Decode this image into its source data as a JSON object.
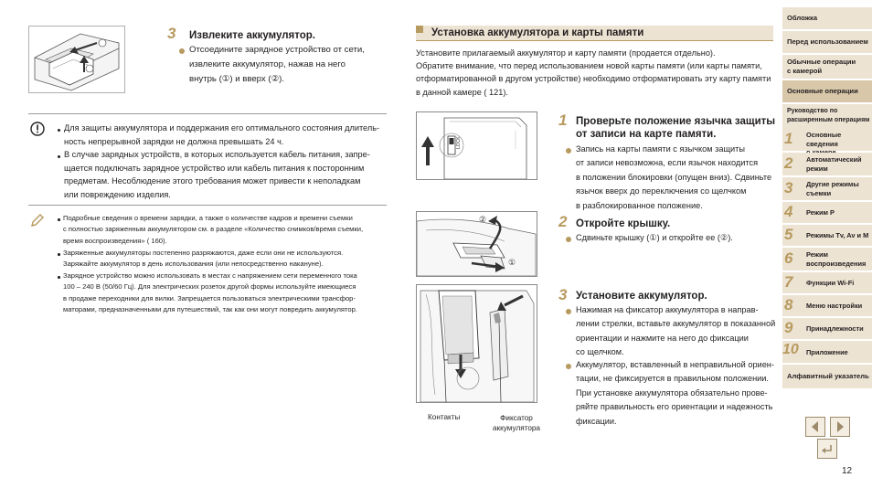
{
  "top_step": {
    "number": "3",
    "title": "Извлеките аккумулятор.",
    "bullet": [
      "Отсоедините зарядное устройство от сети,",
      "извлеките аккумулятор, нажав на него",
      "внутрь (①) и вверх (②)."
    ]
  },
  "caution": {
    "bullets": [
      [
        "Для защиты аккумулятора и поддержания его оптимального состояния длитель-",
        "ность непрерывной зарядки не должна превышать 24 ч."
      ],
      [
        "В случае зарядных устройств, в которых используется кабель питания, запре-",
        "щается подключать зарядное устройство или кабель питания к посторонним",
        "предметам. Несоблюдение этого требования может привести к неполадкам",
        "или повреждению изделия."
      ]
    ]
  },
  "notes": {
    "bullets": [
      [
        "Подробные сведения о времени зарядки, а также о количестве кадров и времени съемки",
        "с полностью заряженным аккумулятором см. в разделе «Количество снимков/время съемки,",
        "время воспроизведения» (  160)."
      ],
      [
        "Заряженные аккумуляторы постепенно разряжаются, даже если они не используются.",
        "Заряжайте аккумулятор в день использования (или непосредственно накануне)."
      ],
      [
        "Зарядное устройство можно использовать в местах с напряжением сети переменного тока",
        "100 – 240 В (50/60 Гц). Для электрических розеток другой формы используйте имеющиеся",
        "в продаже переходники для вилки. Запрещается пользоваться электрическими трансфор-",
        "маторами, предназначенными для путешествий, так как они могут повредить аккумулятор."
      ]
    ]
  },
  "section": {
    "title": "Установка аккумулятора и карты памяти",
    "intro": [
      "Установите прилагаемый аккумулятор и карту памяти (продается отдельно).",
      "Обратите внимание, что перед использованием новой карты памяти (или карты памяти,",
      "отформатированной в другом устройстве) необходимо отформатировать эту карту памяти",
      "в данной камере (  121)."
    ]
  },
  "steps": [
    {
      "number": "1",
      "title": [
        "Проверьте положение язычка защиты",
        "от записи на карте памяти."
      ],
      "bullets": [
        [
          "Запись на карты памяти с язычком защиты",
          "от записи невозможна, если язычок находится",
          "в положении блокировки (опущен вниз). Сдвиньте",
          "язычок вверх до переключения со щелчком",
          "в разблокированное положение."
        ]
      ]
    },
    {
      "number": "2",
      "title": [
        "Откройте крышку."
      ],
      "bullets": [
        [
          "Сдвиньте крышку (①) и откройте ее (②)."
        ]
      ]
    },
    {
      "number": "3",
      "title": [
        "Установите аккумулятор."
      ],
      "bullets": [
        [
          "Нажимая на фиксатор аккумулятора в направ-",
          "лении стрелки, вставьте аккумулятор в показанной",
          "ориентации и нажмите на него до фиксации",
          "со щелчком."
        ],
        [
          "Аккумулятор, вставленный в неправильной ориен-",
          "тации, не фиксируется в правильном положении.",
          "При установке аккумулятора обязательно прове-",
          "ряйте правильность его ориентации и надежность",
          "фиксации."
        ]
      ]
    }
  ],
  "figure_labels": {
    "contacts": "Контакты",
    "latch": [
      "Фиксатор",
      "аккумулятора"
    ],
    "circle1": "①",
    "circle2": "②",
    "lock": "LOCK"
  },
  "sidebar": {
    "items": [
      {
        "label": [
          "Обложка"
        ]
      },
      {
        "label": [
          "Перед использованием"
        ]
      },
      {
        "label": [
          "Обычные операции",
          "с камерой"
        ]
      },
      {
        "label": [
          "Основные операции"
        ]
      },
      {
        "label": [
          "Руководство по",
          "расширенным операциям"
        ]
      }
    ],
    "chapters": [
      {
        "num": "1",
        "label": [
          "Основные сведения",
          "о камере"
        ]
      },
      {
        "num": "2",
        "label": [
          "Автоматический",
          "режим"
        ]
      },
      {
        "num": "3",
        "label": [
          "Другие режимы",
          "съемки"
        ]
      },
      {
        "num": "4",
        "label": [
          "Режим P"
        ]
      },
      {
        "num": "5",
        "label": [
          "Режимы Tv, Av и M"
        ]
      },
      {
        "num": "6",
        "label": [
          "Режим",
          "воспроизведения"
        ]
      },
      {
        "num": "7",
        "label": [
          "Функции Wi-Fi"
        ]
      },
      {
        "num": "8",
        "label": [
          "Меню настройки"
        ]
      },
      {
        "num": "9",
        "label": [
          "Принадлежности"
        ]
      },
      {
        "num": "10",
        "label": [
          "Приложение"
        ]
      }
    ],
    "index": "Алфавитный указатель"
  },
  "page_number": "12",
  "colors": {
    "accent": "#b79a5f",
    "sidebar_bg": "#ede3d3",
    "sidebar_active": "#d8c7a9"
  }
}
